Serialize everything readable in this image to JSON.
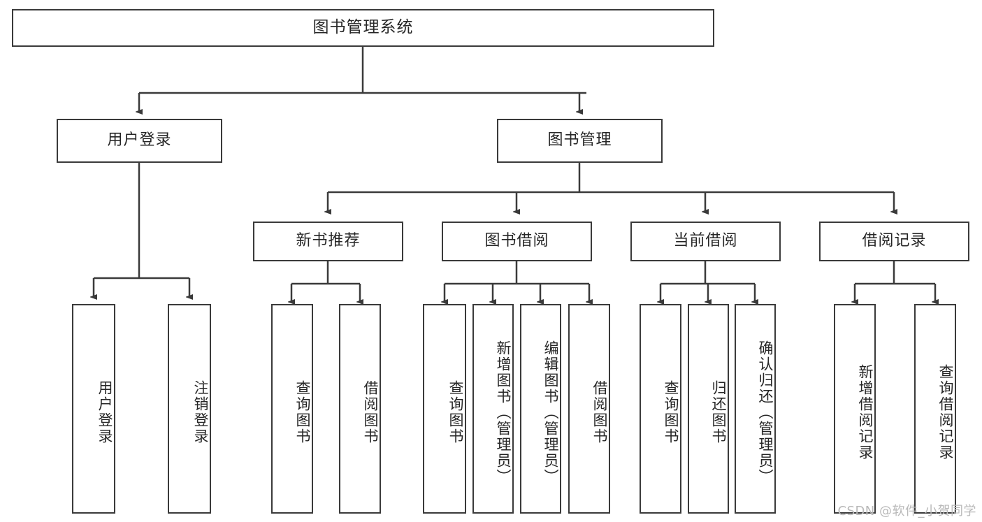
{
  "diagram": {
    "title": "图书管理系统",
    "type": "tree-hierarchy-chart",
    "watermark": "CSDN @软件_小贺同学",
    "colors": {
      "stroke": "#3a3a3a",
      "text": "#262626",
      "background": "#ffffff",
      "watermark": "#b9b9b9"
    }
  },
  "nodes": {
    "root": {
      "label": "图书管理系统"
    },
    "level2": [
      {
        "label": "用户登录"
      },
      {
        "label": "图书管理"
      }
    ],
    "level3": [
      {
        "label": "新书推荐"
      },
      {
        "label": "图书借阅"
      },
      {
        "label": "当前借阅"
      },
      {
        "label": "借阅记录"
      }
    ],
    "leaves_user_login": [
      {
        "label": "用户登录"
      },
      {
        "label": "注销登录"
      }
    ],
    "leaves_new_book": [
      {
        "label": "查询图书"
      },
      {
        "label": "借阅图书"
      }
    ],
    "leaves_borrow": [
      {
        "label": "查询图书"
      },
      {
        "label": "新增图书（管理员）"
      },
      {
        "label": "编辑图书（管理员）"
      },
      {
        "label": "借阅图书"
      }
    ],
    "leaves_current": [
      {
        "label": "查询图书"
      },
      {
        "label": "归还图书"
      },
      {
        "label": "确认归还（管理员）"
      }
    ],
    "leaves_record": [
      {
        "label": "新增借阅记录"
      },
      {
        "label": "查询借阅记录"
      }
    ]
  }
}
